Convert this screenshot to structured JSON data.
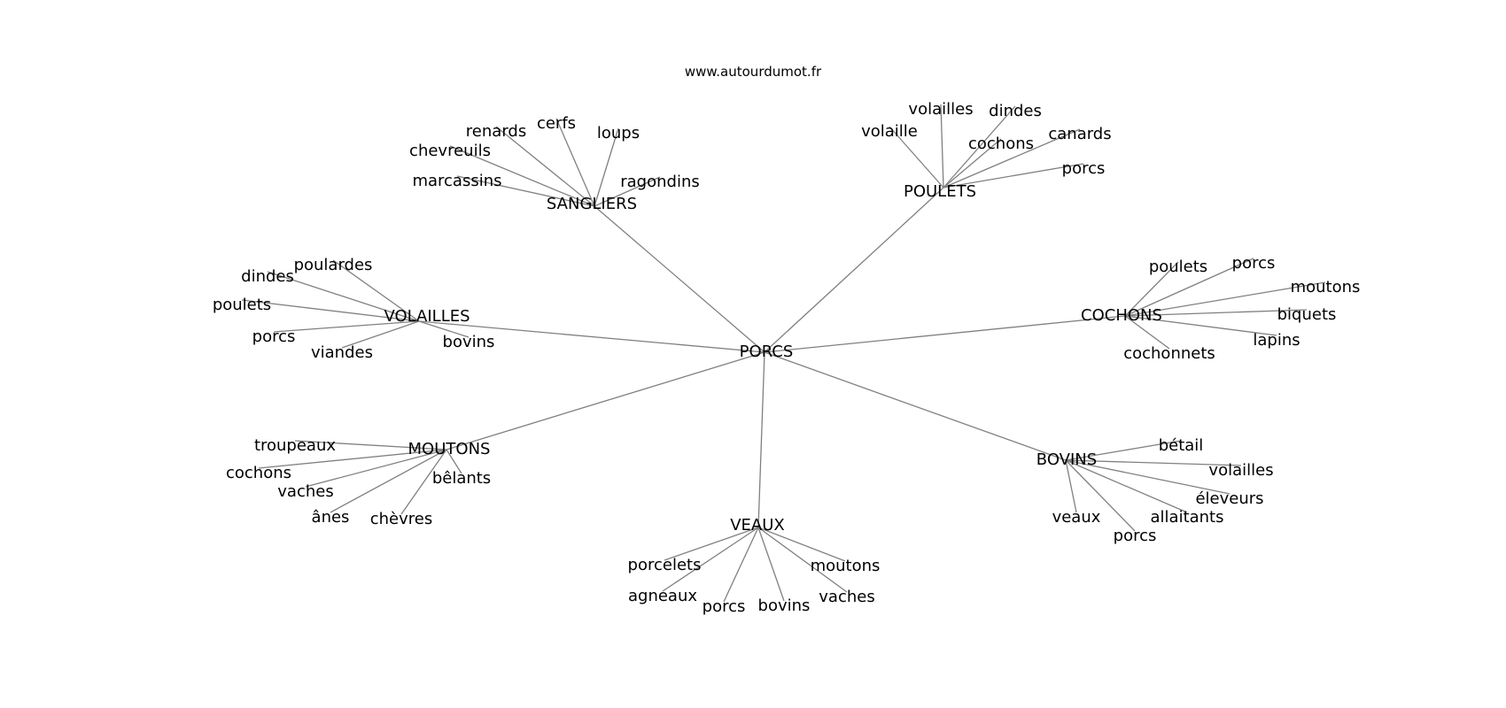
{
  "site": "www.autourdumot.fr",
  "center": "PORCS",
  "groups": [
    {
      "name": "SANGLIERS",
      "words": [
        "renards",
        "cerfs",
        "loups",
        "chevreuils",
        "marcassins",
        "ragondins"
      ]
    },
    {
      "name": "POULETS",
      "words": [
        "volailles",
        "dindes",
        "volaille",
        "cochons",
        "canards",
        "porcs"
      ]
    },
    {
      "name": "VOLAILLES",
      "words": [
        "poulardes",
        "dindes",
        "poulets",
        "porcs",
        "viandes",
        "bovins"
      ]
    },
    {
      "name": "COCHONS",
      "words": [
        "poulets",
        "porcs",
        "moutons",
        "biquets",
        "lapins",
        "cochonnets"
      ]
    },
    {
      "name": "MOUTONS",
      "words": [
        "troupeaux",
        "cochons",
        "vaches",
        "ânes",
        "chèvres",
        "bêlants"
      ]
    },
    {
      "name": "BOVINS",
      "words": [
        "bétail",
        "volailles",
        "éleveurs",
        "allaitants",
        "veaux",
        "porcs"
      ]
    },
    {
      "name": "VEAUX",
      "words": [
        "porcelets",
        "agneaux",
        "porcs",
        "bovins",
        "moutons",
        "vaches"
      ]
    }
  ]
}
